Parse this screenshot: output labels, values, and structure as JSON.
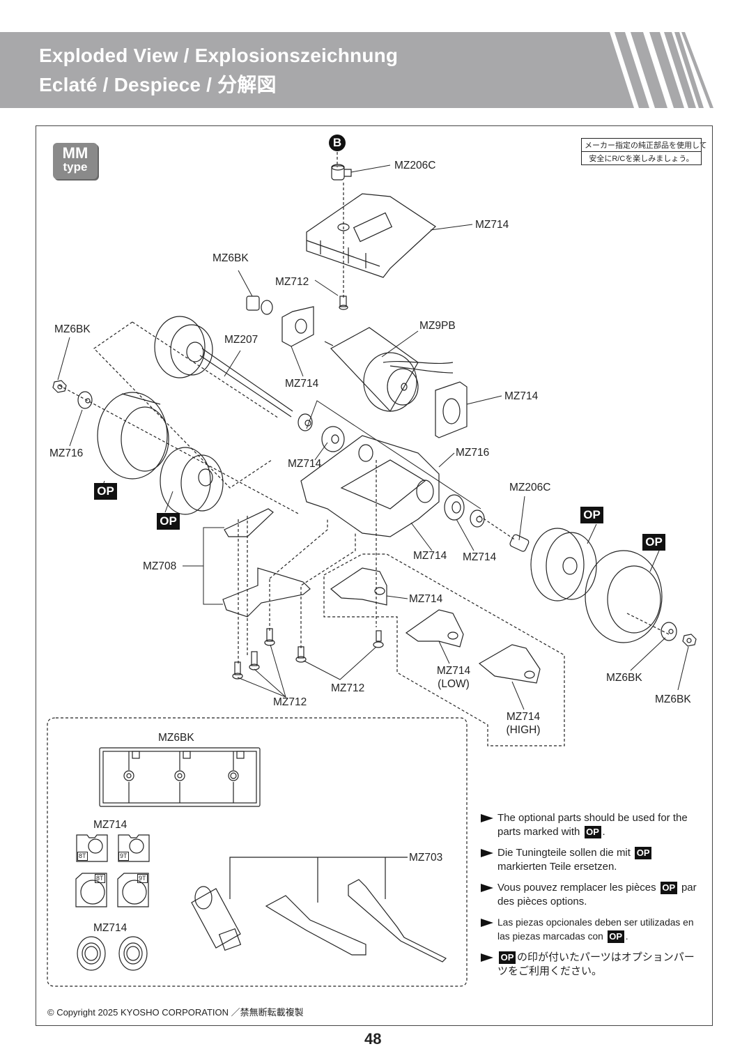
{
  "header": {
    "title_line1": "Exploded View  /  Explosionszeichnung",
    "title_line2": "Eclaté  /  Despiece  /  分解図",
    "band_color": "#a8a8aa"
  },
  "badge": {
    "line1": "MM",
    "line2": "type"
  },
  "marker_b": "B",
  "notice": {
    "line1": "メーカー指定の純正部品を使用して",
    "line2": "安全にR/Cを楽しみましょう。"
  },
  "op_mark": "OP",
  "parts": {
    "mz206c_top": "MZ206C",
    "mz714_cover": "MZ714",
    "mz6bk_pinion": "MZ6BK",
    "mz712_screw_top": "MZ712",
    "mz6bk_left": "MZ6BK",
    "mz207": "MZ207",
    "mz9pb": "MZ9PB",
    "mz714_plate_left": "MZ714",
    "mz714_plate_right": "MZ714",
    "mz716_left": "MZ716",
    "mz714_spacer": "MZ714",
    "mz716_right": "MZ716",
    "mz206c_right": "MZ206C",
    "mz708": "MZ708",
    "mz714_chassis": "MZ714",
    "mz714_ring": "MZ714",
    "mz714_mount": "MZ714",
    "mz714_low": "MZ714",
    "low": "(LOW)",
    "mz714_high": "MZ714",
    "high": "(HIGH)",
    "mz6bk_right1": "MZ6BK",
    "mz6bk_right2": "MZ6BK",
    "mz712_left": "MZ712",
    "mz712_mid": "MZ712"
  },
  "sprue_box": {
    "mz6bk": "MZ6BK",
    "mz714_plates": "MZ714",
    "plate_tags": [
      "8T",
      "9T",
      "8T",
      "9T"
    ],
    "mz714_rings": "MZ714",
    "mz703": "MZ703"
  },
  "notes": [
    {
      "lang": "en",
      "before": "The optional parts should be used for the parts marked with",
      "after": "."
    },
    {
      "lang": "de",
      "before": "Die Tuningteile sollen die mit",
      "after": "markierten Teile ersetzen."
    },
    {
      "lang": "fr",
      "before": "Vous pouvez remplacer les pièces",
      "after": "par des pièces options."
    },
    {
      "lang": "es",
      "before": "Las piezas opcionales deben ser utilizadas en las piezas marcadas con",
      "after": "."
    },
    {
      "lang": "ja",
      "before": "",
      "after": "の印が付いたパーツはオプションパーツをご利用ください。"
    }
  ],
  "footer": {
    "copyright": "© Copyright 2025 KYOSHO CORPORATION ／禁無断転載複製",
    "page_number": "48"
  }
}
